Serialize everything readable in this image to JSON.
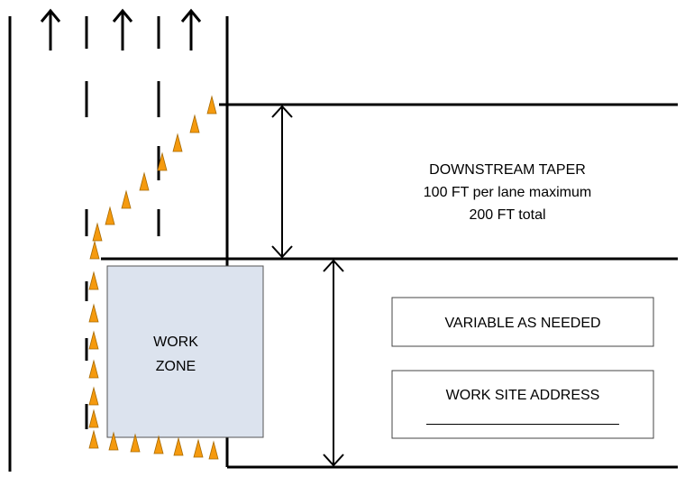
{
  "colors": {
    "line": "#000000",
    "cone_fill": "#F59A0E",
    "cone_stroke": "#A86A00",
    "work_zone_fill": "#DCE3EE",
    "work_zone_stroke": "#555555",
    "box_stroke": "#444444"
  },
  "icons": {
    "cone": "traffic-cone-icon",
    "arrow": "up-arrow-icon"
  },
  "taper": {
    "line1": "DOWNSTREAM TAPER",
    "line2": "100 FT per lane maximum",
    "line3": "200 FT total"
  },
  "work_zone": {
    "line1": "WORK",
    "line2": "ZONE"
  },
  "variable_box": {
    "label": "VARIABLE AS NEEDED"
  },
  "address_box": {
    "label": "WORK SITE ADDRESS",
    "blank": "________________________"
  }
}
